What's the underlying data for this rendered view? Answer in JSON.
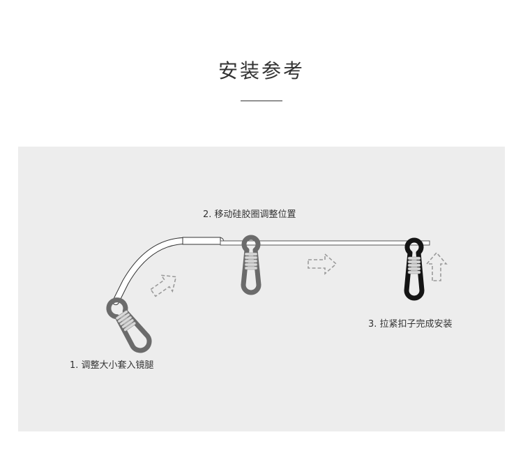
{
  "title": "安装参考",
  "steps": [
    {
      "label": "1. 调整大小套入镜腿"
    },
    {
      "label": "2. 移动硅胶圈调整位置"
    },
    {
      "label": "3. 拉紧扣子完成安装"
    }
  ],
  "colors": {
    "background": "#ffffff",
    "panel": "#ededed",
    "loop_gray": "#6b6b6b",
    "loop_black": "#141414",
    "coil": "#d8d8d8",
    "arrow": "#9a9a9a"
  }
}
